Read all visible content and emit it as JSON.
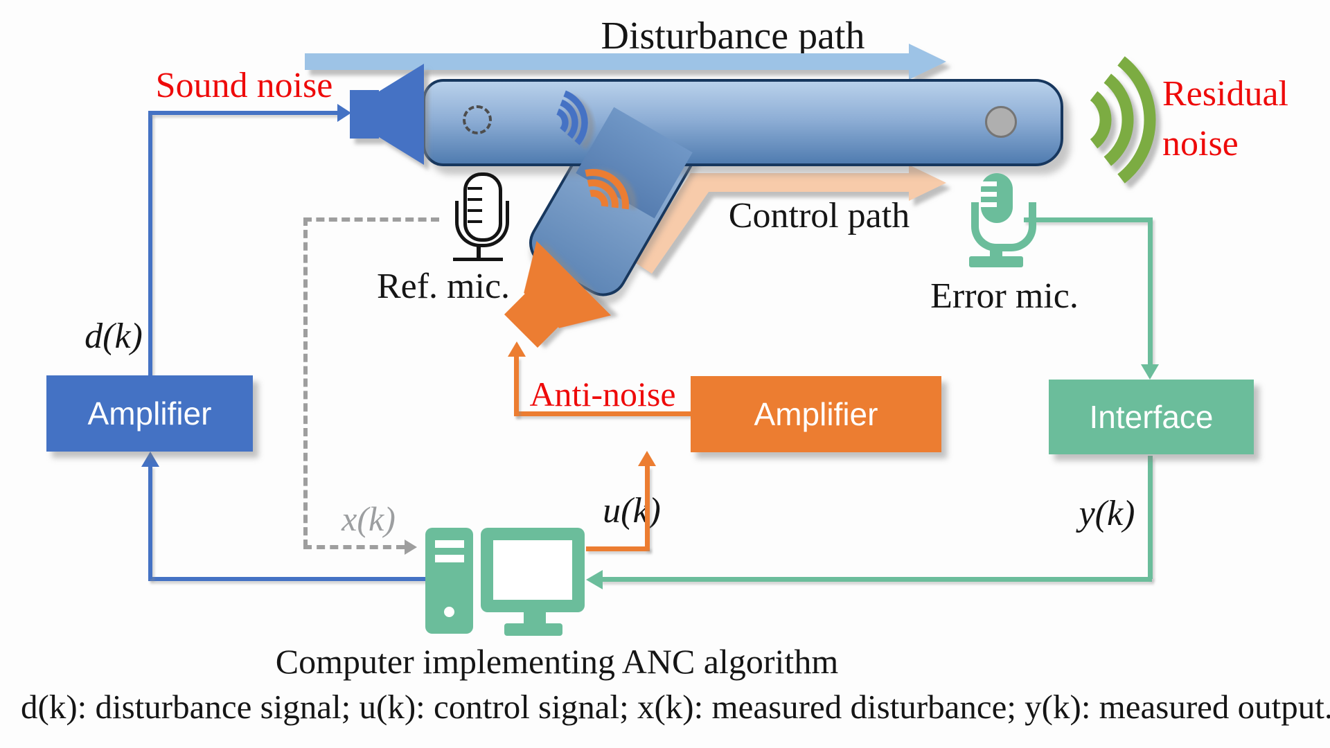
{
  "paths": {
    "disturbance": "Disturbance path",
    "control": "Control path"
  },
  "noise": {
    "sound": "Sound noise",
    "anti": "Anti-noise",
    "residual_line1": "Residual",
    "residual_line2": "noise"
  },
  "mics": {
    "reference": "Ref. mic.",
    "error": "Error mic."
  },
  "boxes": {
    "amplifier_left": "Amplifier",
    "amplifier_right": "Amplifier",
    "interface": "Interface"
  },
  "signals": {
    "d": "d(k)",
    "u": "u(k)",
    "x": "x(k)",
    "y": "y(k)"
  },
  "computer": {
    "caption": "Computer implementing ANC algorithm"
  },
  "legend": {
    "text": "d(k): disturbance signal; u(k): control signal;  x(k): measured disturbance; y(k): measured output."
  },
  "colors": {
    "blue": "#4472C4",
    "light_blue_arrow": "#9DC3E6",
    "orange": "#EC7D31",
    "peach_arrow": "#F7CBAA",
    "teal_green": "#6BBD9B",
    "olive_green": "#7CAC43",
    "red_text": "#ee0a0a",
    "duct_border": "#17375E",
    "dash_gray": "#9E9E9E"
  }
}
